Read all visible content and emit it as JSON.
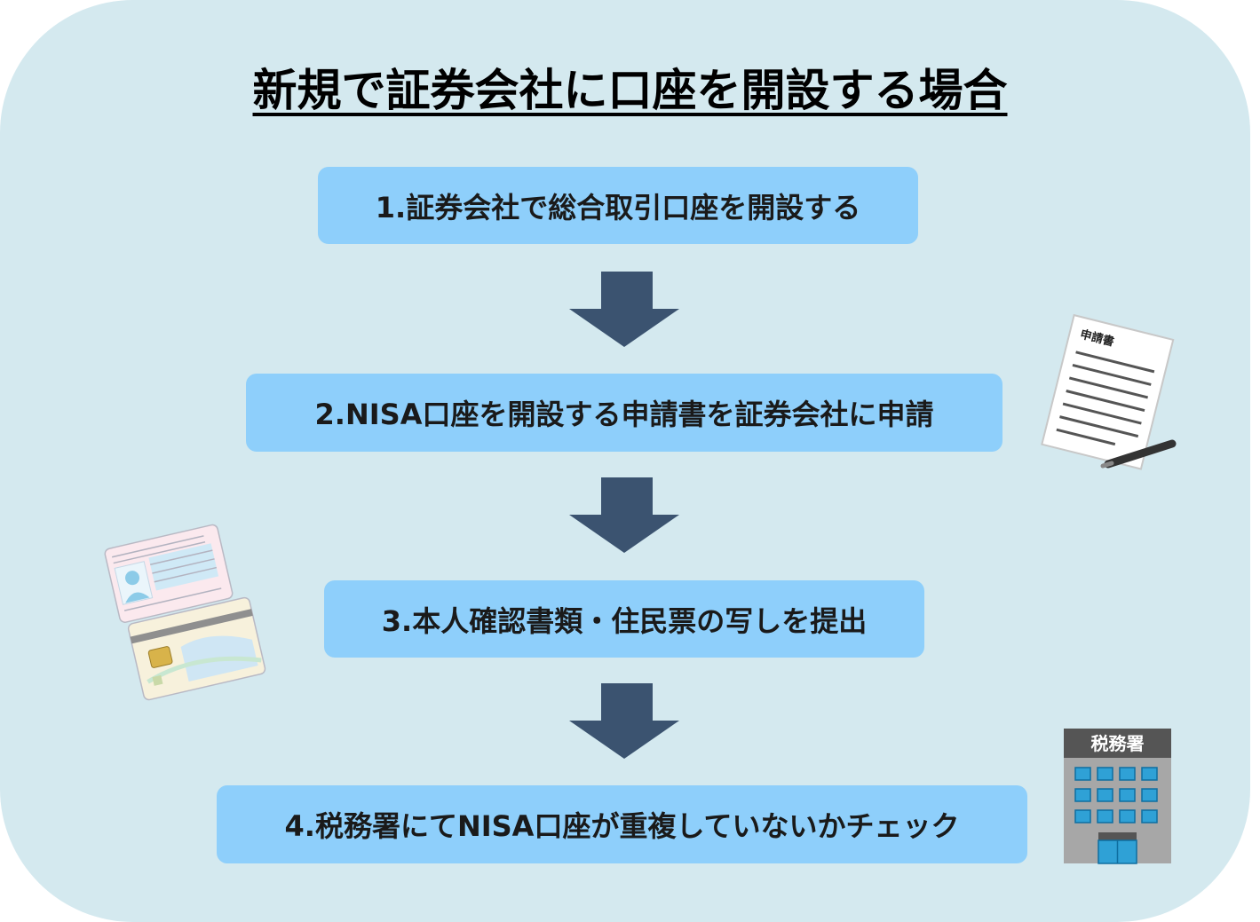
{
  "title": "新規で証券会社に口座を開設する場合",
  "steps": [
    "1.証券会社で総合取引口座を開設する",
    "2.NISA口座を開設する申請書を証券会社に申請",
    "3.本人確認書類・住民票の写しを提出",
    "4.税務署にてNISA口座が重複していないかチェック"
  ],
  "illustrations": {
    "application_form_label": "申請書",
    "tax_office_label": "税務署"
  },
  "colors": {
    "background": "#d4e9ef",
    "step_box": "#8ecffb",
    "arrow": "#3b5370"
  },
  "icons": [
    "application-form-icon",
    "pen-icon",
    "id-card-icon",
    "tax-office-building-icon"
  ]
}
